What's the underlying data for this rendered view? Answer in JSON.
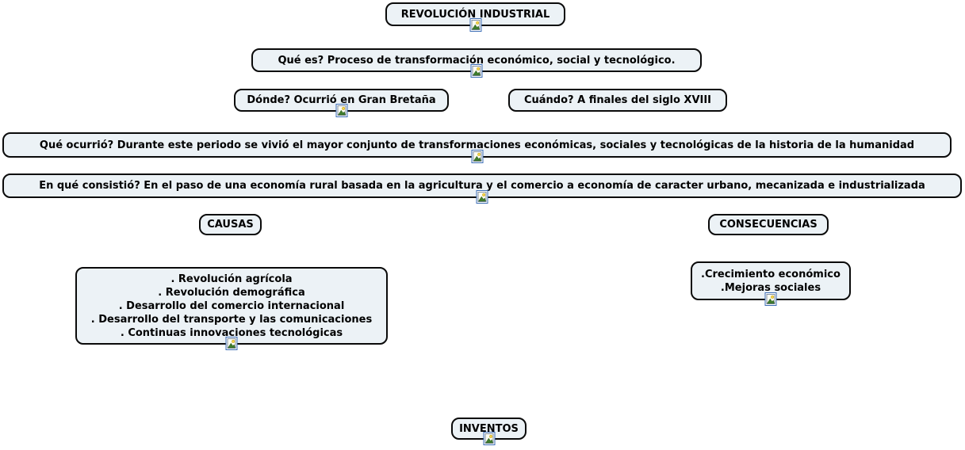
{
  "app": {
    "view": "mind-map-canvas",
    "background_color": "#ffffff"
  },
  "style": {
    "node_fill": "#ecf2f6",
    "node_border": "#0a0a0a",
    "node_text": "#000000",
    "image_icon_border": "#3b6cb4",
    "image_icon_mountain": "#3f7d2c",
    "image_icon_sun": "#f7d84b"
  },
  "nodes": [
    {
      "id": "revolucion-industrial",
      "label": "REVOLUCIÓN INDUSTRIAL",
      "image_icon": true
    },
    {
      "id": "que-es",
      "label": "Qué es? Proceso de transformación económico, social y tecnológico.",
      "image_icon": true
    },
    {
      "id": "donde",
      "label": "Dónde? Ocurrió en Gran Bretaña",
      "image_icon": true
    },
    {
      "id": "cuando",
      "label": "Cuándo? A finales del siglo XVIII",
      "image_icon": false
    },
    {
      "id": "que-ocurrio",
      "label": "Qué ocurrió? Durante este periodo se vivió el mayor conjunto de transformaciones económicas, sociales y tecnológicas de la historia de la humanidad",
      "image_icon": true
    },
    {
      "id": "en-que-consistio",
      "label": "En qué consistió? En el paso de una economía rural basada en la agricultura y el comercio a economía de caracter urbano, mecanizada e industrializada",
      "image_icon": true
    },
    {
      "id": "causas",
      "label": "CAUSAS",
      "image_icon": false
    },
    {
      "id": "consecuencias",
      "label": "CONSECUENCIAS",
      "image_icon": false
    },
    {
      "id": "causas-detalle",
      "label": ". Revolución agrícola\n. Revolución demográfica\n. Desarrollo del comercio internacional\n. Desarrollo del transporte y las comunicaciones\n. Continuas innovaciones tecnológicas",
      "image_icon": true
    },
    {
      "id": "consecuencias-detalle",
      "label": ".Crecimiento económico\n.Mejoras sociales",
      "image_icon": true
    },
    {
      "id": "inventos",
      "label": "INVENTOS",
      "image_icon": true
    }
  ]
}
